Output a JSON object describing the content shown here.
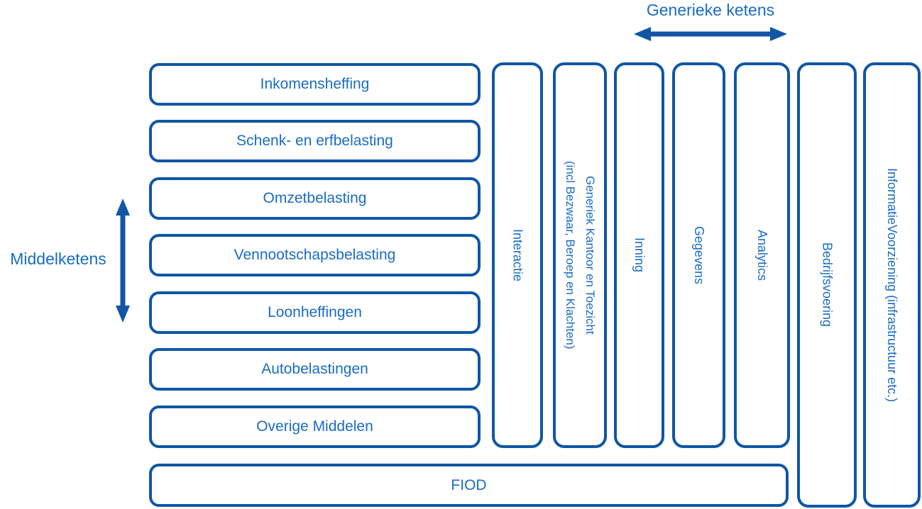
{
  "palette": {
    "border_blue": "#1056A5",
    "text_blue": "#1A6CC4",
    "arrow_blue": "#1056A5",
    "background": "#ffffff"
  },
  "generieke_ketens": {
    "title": "Generieke ketens",
    "arrow_icon": "horizontal-double-arrow"
  },
  "middelketens": {
    "title": "Middelketens",
    "arrow_icon": "vertical-double-arrow",
    "rows": [
      "Inkomensheffing",
      "Schenk- en erfbelasting",
      "Omzetbelasting",
      "Vennootschapsbelasting",
      "Loonheffingen",
      "Autobelastingen",
      "Overige Middelen"
    ]
  },
  "fiod": {
    "label": "FIOD"
  },
  "columns": {
    "interactie": "Interactie",
    "generiek_kantoor_line1": "Generiek Kantoor en Toezicht",
    "generiek_kantoor_line2": "(incl Bezwaar, Beroep en Klachten)",
    "inning": "Inning",
    "gegevens": "Gegevens",
    "analytics": "Analytics",
    "bedrijfsvoering": "Bedrijfsvoering",
    "informatievoorziening": "InformatieVoorziening (infrastructuur etc.)"
  }
}
